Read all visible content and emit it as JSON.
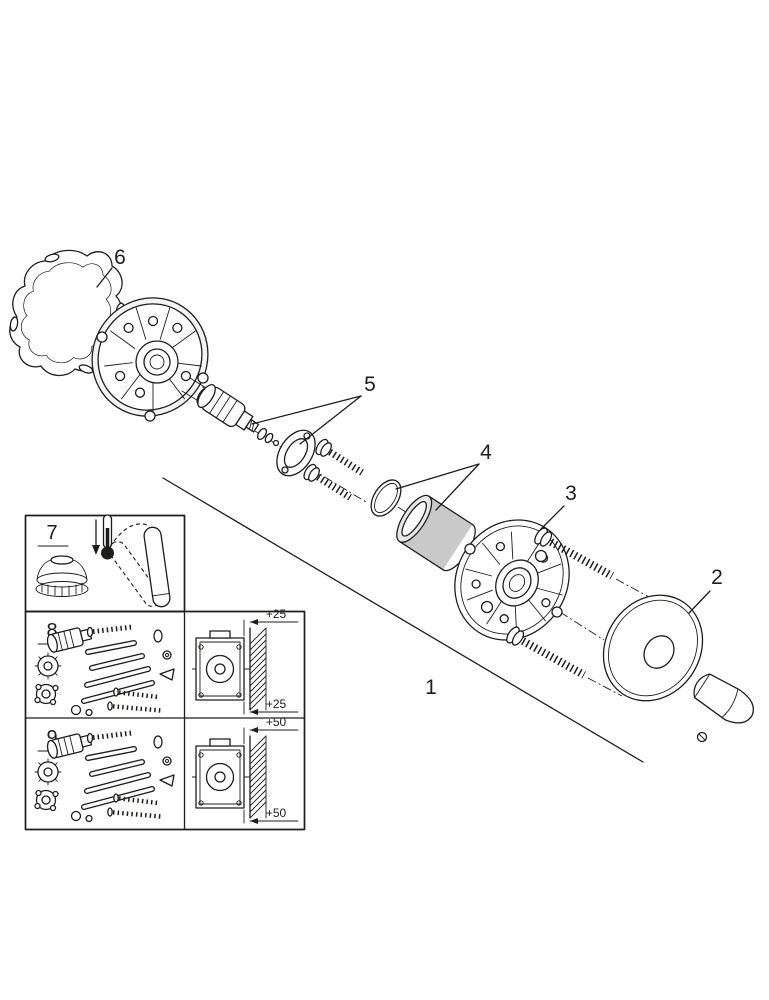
{
  "figure": {
    "background": "#ffffff",
    "line_color": "#1d1d1b",
    "sleeve_fill": "#c9c9c9"
  },
  "callouts": {
    "c1": "1",
    "c2": "2",
    "c3": "3",
    "c4": "4",
    "c5": "5",
    "c6": "6",
    "c7": "7",
    "c8": "8",
    "c9": "9"
  },
  "insets": {
    "box8": {
      "dim_top": "+25",
      "dim_bottom": "+25"
    },
    "box9": {
      "dim_top": "+50",
      "dim_bottom": "+50"
    }
  }
}
